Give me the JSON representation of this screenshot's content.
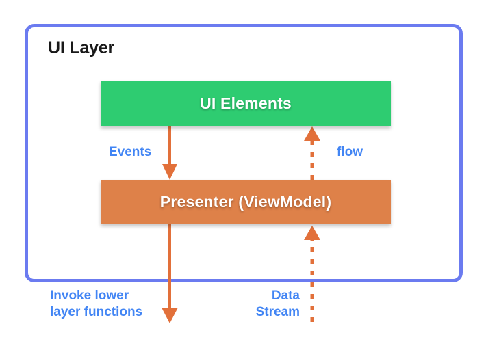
{
  "diagram": {
    "title": "UI Layer",
    "blocks": [
      {
        "id": "ui-elements",
        "label": "UI Elements",
        "color": "#2ecc71"
      },
      {
        "id": "presenter",
        "label": "Presenter (ViewModel)",
        "color": "#de8149"
      }
    ],
    "connectors": [
      {
        "id": "events",
        "label": "Events",
        "style": "solid",
        "direction": "down",
        "color": "#e2703a"
      },
      {
        "id": "flow",
        "label": "flow",
        "style": "dashed",
        "direction": "up",
        "color": "#e2703a"
      },
      {
        "id": "invoke-lower",
        "label": "Invoke lower\nlayer functions",
        "style": "solid",
        "direction": "down",
        "color": "#e2703a"
      },
      {
        "id": "data-stream",
        "label": "Data\nStream",
        "style": "dashed",
        "direction": "up",
        "color": "#e2703a"
      }
    ],
    "colors": {
      "border": "#6b7bf0",
      "label_text": "#4285f4",
      "title_text": "#191919",
      "arrow": "#e2703a",
      "background": "#ffffff"
    }
  }
}
